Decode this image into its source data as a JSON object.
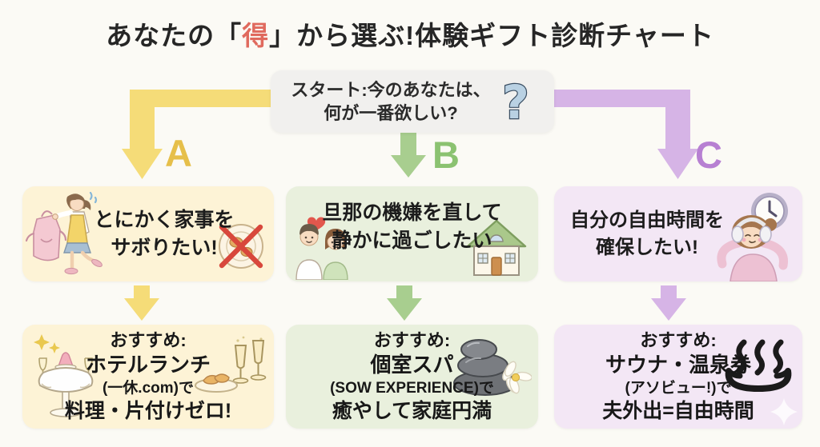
{
  "title": {
    "prefix": "あなたの「",
    "highlight": "得",
    "suffix": "」から選ぶ!体験ギフト診断チャート"
  },
  "start": {
    "line1": "スタート:今のあなたは、",
    "line2": "何が一番欲しい?",
    "icon": "question-mark",
    "icon_glyph": "?",
    "bg_color": "#f1f0ee"
  },
  "colors": {
    "background": "#fbfaf5",
    "title_text": "#262626",
    "title_highlight": "#e06a5e",
    "branch_a_arrow": "#f5dc78",
    "branch_a_label": "#e6bf4a",
    "branch_a_box": "#fdf3d6",
    "branch_b_arrow": "#a8ce8f",
    "branch_b_label": "#8bc271",
    "branch_b_box": "#e9f0dd",
    "branch_c_arrow": "#d6b4e6",
    "branch_c_label": "#b780d2",
    "branch_c_box": "#f3e7f5"
  },
  "branches": [
    {
      "label": "A",
      "question": {
        "line1": "とにかく家事を",
        "line2": "サボりたい!"
      },
      "question_icons": [
        "woman-housework",
        "no-cooking-plate"
      ],
      "reco": {
        "line1": "おすすめ:",
        "line2": "ホテルランチ",
        "line3": "(一休.com)で",
        "line4": "料理・片付けゼロ!"
      },
      "reco_icons": [
        "dinner-table",
        "champagne-plate"
      ]
    },
    {
      "label": "B",
      "question": {
        "line1": "旦那の機嫌を直して",
        "line2": "静かに過ごしたい"
      },
      "question_icons": [
        "couple-heart",
        "house"
      ],
      "reco": {
        "line1": "おすすめ:",
        "line2": "個室スパ",
        "line3": "(SOW EXPERIENCE)で",
        "line4": "癒やして家庭円満"
      },
      "reco_icons": [
        "spa-stones-flower"
      ]
    },
    {
      "label": "C",
      "question": {
        "line1": "自分の自由時間を",
        "line2": "確保したい!"
      },
      "question_icons": [
        "clock",
        "relaxing-woman-headphones"
      ],
      "reco": {
        "line1": "おすすめ:",
        "line2": "サウナ・温泉券",
        "line3": "(アソビュー!)で",
        "line4": "夫外出=自由時間"
      },
      "reco_icons": [
        "onsen-mark",
        "sparkle"
      ]
    }
  ]
}
